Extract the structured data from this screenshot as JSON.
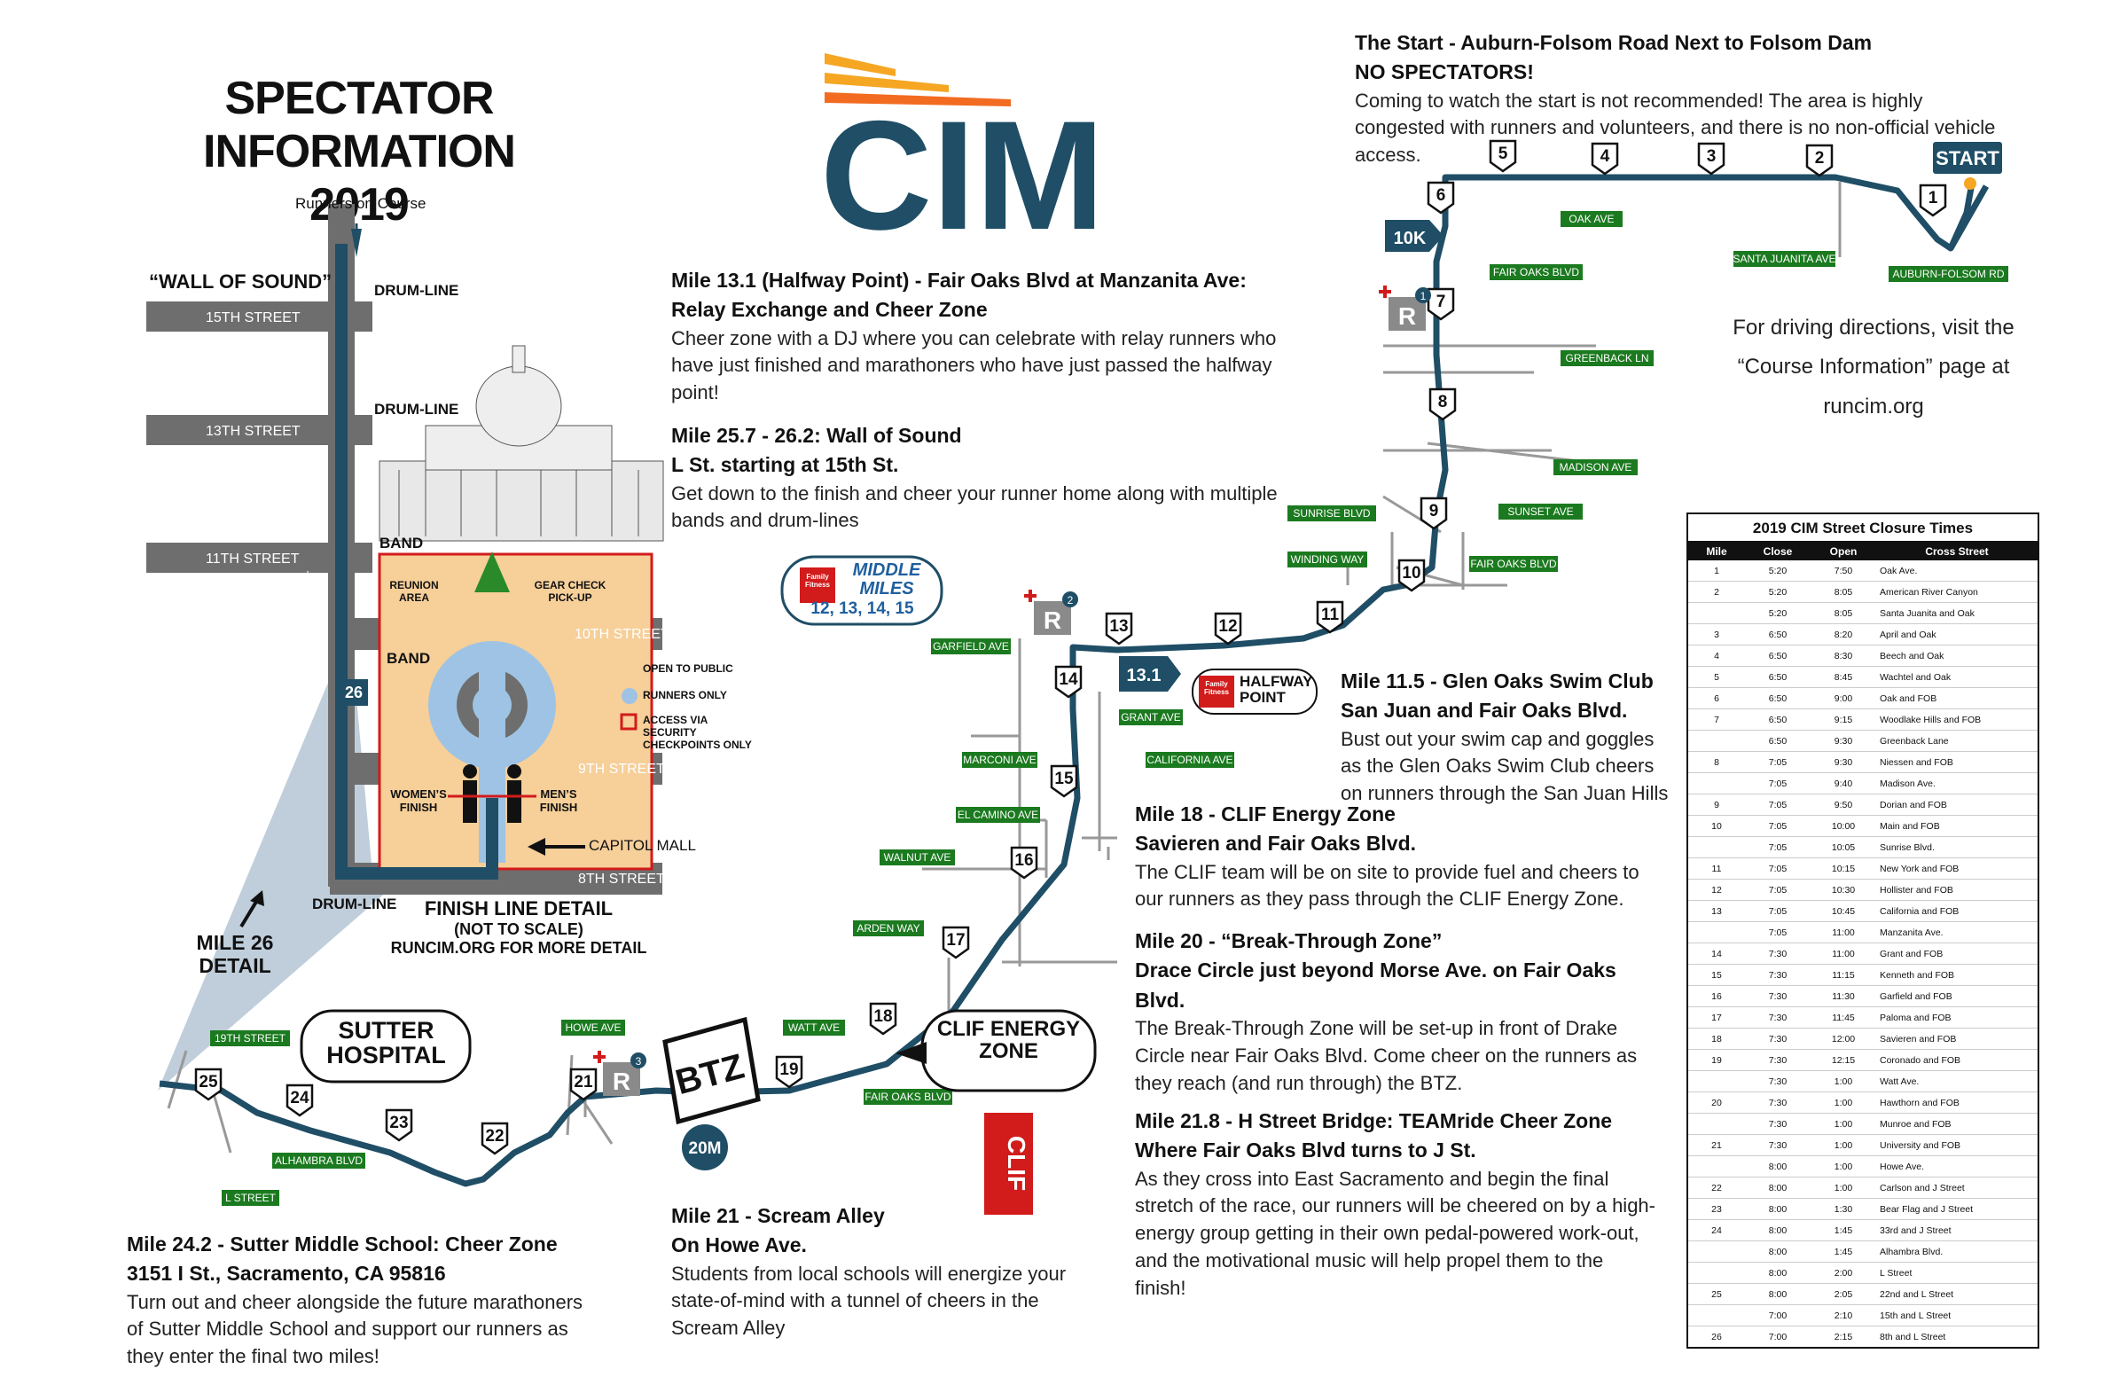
{
  "header": {
    "title_line1": "SPECTATOR INFORMATION",
    "title_line2": "2019",
    "logo_text": "CIM",
    "runners_on_course": "Runners on Course"
  },
  "finish_detail": {
    "wall_of_sound": "“WALL OF SOUND”",
    "drum_line_1": "DRUM-LINE",
    "drum_line_2": "DRUM-LINE",
    "drum_line_3": "DRUM-LINE",
    "band_1": "BAND",
    "band_2": "BAND",
    "streets": [
      "15TH STREET",
      "13TH STREET",
      "11TH STREET",
      "10TH STREET",
      "9TH STREET",
      "8TH STREET"
    ],
    "l_street": "L STREET",
    "mile_marker": "26",
    "reunion_area": "REUNION AREA",
    "gear_check": "GEAR CHECK PICK-UP",
    "womens_finish": "WOMEN’S FINISH",
    "mens_finish": "MEN’S FINISH",
    "capitol_mall": "CAPITOL MALL",
    "legend": [
      "OPEN TO PUBLIC",
      "RUNNERS ONLY",
      "ACCESS VIA SECURITY CHECKPOINTS ONLY"
    ],
    "detail_title": "FINISH LINE DETAIL",
    "detail_note": "(NOT TO SCALE)",
    "detail_url": "RUNCIM.ORG FOR MORE DETAIL",
    "mile26_detail": "MILE 26 DETAIL"
  },
  "map": {
    "sutter_hospital": "SUTTER HOSPITAL",
    "btz": "BTZ",
    "clif_zone": "CLIF ENERGY ZONE",
    "clif_logo": "CLIF",
    "halfway_point": "HALFWAY POINT",
    "sponsor": "Family Fitness",
    "middle_miles_title": "MIDDLE MILES",
    "middle_miles_numbers": "12, 13, 14, 15",
    "start_label": "START",
    "badge_10k": "10K",
    "badge_131": "13.1",
    "badge_20m": "20M",
    "relay_letter": "R",
    "relay_numbers": [
      "1",
      "2",
      "3"
    ],
    "mile_markers": [
      "1",
      "2",
      "3",
      "4",
      "5",
      "6",
      "7",
      "8",
      "9",
      "10",
      "11",
      "12",
      "13",
      "14",
      "15",
      "16",
      "17",
      "18",
      "19",
      "21",
      "22",
      "23",
      "24",
      "25"
    ],
    "green_streets": [
      "OAK AVE",
      "FAIR OAKS BLVD",
      "SANTA JUANITA AVE",
      "AUBURN-FOLSOM RD",
      "GREENBACK LN",
      "MADISON AVE",
      "SUNRISE BLVD",
      "SUNSET AVE",
      "WINDING WAY",
      "FAIR OAKS BLVD",
      "GARFIELD AVE",
      "GRANT AVE",
      "CALIFORNIA AVE",
      "MARCONI AVE",
      "EL CAMINO AVE",
      "WALNUT AVE",
      "ARDEN WAY",
      "WATT AVE",
      "FAIR OAKS BLVD",
      "HOWE AVE",
      "19TH STREET",
      "ALHAMBRA BLVD",
      "L STREET"
    ]
  },
  "info": {
    "start": {
      "h1": "The Start - Auburn-Folsom Road Next to Folsom Dam",
      "h2": "NO SPECTATORS!",
      "body": "Coming to watch the start is not recommended! The area is highly congested with runners and volunteers, and there is no non-official vehicle access."
    },
    "driving": {
      "body": "For driving directions, visit the “Course Information” page at runcim.org"
    },
    "mile131": {
      "h1": "Mile 13.1 (Halfway Point) - Fair Oaks Blvd at Manzanita Ave:",
      "h2": "Relay Exchange and Cheer Zone",
      "body": "Cheer zone with a DJ where you can celebrate with relay runners who have just finished and marathoners who have just passed the halfway point!"
    },
    "mile257": {
      "h1": "Mile 25.7 - 26.2: Wall of Sound",
      "h2": "L St. starting at 15th St.",
      "body": "Get down to the finish and cheer your runner home along with multiple bands and drum-lines"
    },
    "mile115": {
      "h1": "Mile 11.5 - Glen Oaks Swim Club",
      "h2": "San Juan and Fair Oaks Blvd.",
      "body": "Bust out your swim cap and goggles as the Glen Oaks Swim Club cheers on runners through the San Juan Hills"
    },
    "mile18": {
      "h1": "Mile 18 - CLIF Energy Zone",
      "h2": "Savieren and Fair Oaks Blvd.",
      "body": "The CLIF team will be on site to provide fuel and cheers to our runners as they pass through the CLIF Energy Zone."
    },
    "mile20": {
      "h1": "Mile 20 - “Break-Through Zone”",
      "h2": "Drace Circle just beyond Morse Ave. on Fair Oaks Blvd.",
      "body": "The Break-Through Zone will be set-up in front of Drake Circle near Fair Oaks Blvd. Come cheer on the runners as they reach (and run through) the BTZ."
    },
    "mile218": {
      "h1": "Mile 21.8 - H Street Bridge: TEAMride Cheer Zone",
      "h2": "Where Fair Oaks Blvd turns to J St.",
      "body": "As they cross into East Sacramento and begin the final stretch of the race, our runners will be cheered on by a high-energy group getting in their own pedal-powered work-out, and the motivational music will help propel them to the finish!"
    },
    "mile21": {
      "h1": "Mile 21 - Scream Alley",
      "h2": "On Howe Ave.",
      "body": "Students from local schools will energize your state-of-mind with a tunnel of cheers in the Scream Alley"
    },
    "mile242": {
      "h1": "Mile 24.2 - Sutter Middle School: Cheer Zone",
      "h2": "3151 I St., Sacramento, CA 95816",
      "body": "Turn out and cheer alongside the future marathoners of Sutter Middle School and support our runners as they enter the final two miles!"
    }
  },
  "closure_table": {
    "title": "2019 CIM Street Closure Times",
    "headers": [
      "Mile",
      "Close",
      "Open",
      "Cross Street"
    ],
    "rows": [
      [
        "1",
        "5:20",
        "7:50",
        "Oak Ave."
      ],
      [
        "2",
        "5:20",
        "8:05",
        "American River Canyon"
      ],
      [
        "",
        "5:20",
        "8:05",
        "Santa Juanita and Oak"
      ],
      [
        "3",
        "6:50",
        "8:20",
        "April and Oak"
      ],
      [
        "4",
        "6:50",
        "8:30",
        "Beech and Oak"
      ],
      [
        "5",
        "6:50",
        "8:45",
        "Wachtel and Oak"
      ],
      [
        "6",
        "6:50",
        "9:00",
        "Oak and FOB"
      ],
      [
        "7",
        "6:50",
        "9:15",
        "Woodlake Hills and FOB"
      ],
      [
        "",
        "6:50",
        "9:30",
        "Greenback Lane"
      ],
      [
        "8",
        "7:05",
        "9:30",
        "Niessen and FOB"
      ],
      [
        "",
        "7:05",
        "9:40",
        "Madison Ave."
      ],
      [
        "9",
        "7:05",
        "9:50",
        "Dorian and FOB"
      ],
      [
        "10",
        "7:05",
        "10:00",
        "Main and FOB"
      ],
      [
        "",
        "7:05",
        "10:05",
        "Sunrise Blvd."
      ],
      [
        "11",
        "7:05",
        "10:15",
        "New York and FOB"
      ],
      [
        "12",
        "7:05",
        "10:30",
        "Hollister and FOB"
      ],
      [
        "13",
        "7:05",
        "10:45",
        "California and FOB"
      ],
      [
        "",
        "7:05",
        "11:00",
        "Manzanita Ave."
      ],
      [
        "14",
        "7:30",
        "11:00",
        "Grant and FOB"
      ],
      [
        "15",
        "7:30",
        "11:15",
        "Kenneth and FOB"
      ],
      [
        "16",
        "7:30",
        "11:30",
        "Garfield and FOB"
      ],
      [
        "17",
        "7:30",
        "11:45",
        "Paloma and FOB"
      ],
      [
        "18",
        "7:30",
        "12:00",
        "Savieren and FOB"
      ],
      [
        "19",
        "7:30",
        "12:15",
        "Coronado and FOB"
      ],
      [
        "",
        "7:30",
        "1:00",
        "Watt Ave."
      ],
      [
        "20",
        "7:30",
        "1:00",
        "Hawthorn and FOB"
      ],
      [
        "",
        "7:30",
        "1:00",
        "Munroe and FOB"
      ],
      [
        "21",
        "7:30",
        "1:00",
        "University and FOB"
      ],
      [
        "",
        "8:00",
        "1:00",
        "Howe Ave."
      ],
      [
        "22",
        "8:00",
        "1:00",
        "Carlson and J Street"
      ],
      [
        "23",
        "8:00",
        "1:30",
        "Bear Flag and J Street"
      ],
      [
        "24",
        "8:00",
        "1:45",
        "33rd and J Street"
      ],
      [
        "",
        "8:00",
        "1:45",
        "Alhambra Blvd."
      ],
      [
        "",
        "8:00",
        "2:00",
        "L Street"
      ],
      [
        "25",
        "8:00",
        "2:05",
        "22nd and L Street"
      ],
      [
        "",
        "7:00",
        "2:10",
        "15th and L Street"
      ],
      [
        "26",
        "7:00",
        "2:15",
        "8th and L Street"
      ]
    ]
  },
  "colors": {
    "route": "#1f4e66",
    "street_gray": "#777777",
    "green": "#1b7a1f",
    "open_public": "#f6cf99",
    "runners_only": "#9ec3e4",
    "security": "#d21b1b",
    "logo_orange": "#f26b21",
    "logo_yellow": "#f5a623"
  }
}
